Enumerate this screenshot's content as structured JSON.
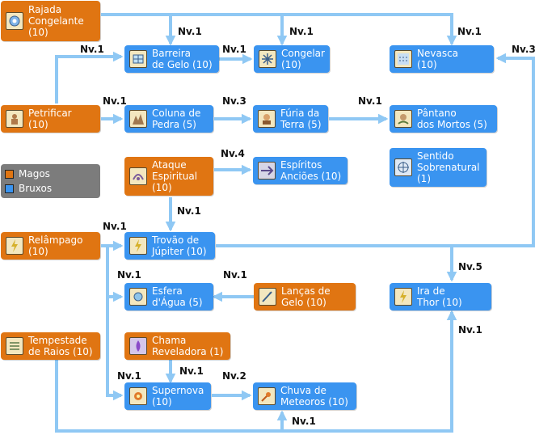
{
  "colors": {
    "magos": "#e07512",
    "bruxos": "#3a94f0",
    "link": "#8fc8f4",
    "legend_bg": "#7c7c7c"
  },
  "legend": {
    "magos": "Magos",
    "bruxos": "Bruxos"
  },
  "nodes": {
    "rajada": {
      "label": "Rajada\nCongelante\n(10)",
      "class": "magos",
      "icon": "ice-blast-icon"
    },
    "barreira": {
      "label": "Barreira\nde Gelo (10)",
      "class": "bruxos",
      "icon": "ice-wall-icon"
    },
    "congelar": {
      "label": "Congelar\n(10)",
      "class": "bruxos",
      "icon": "freeze-icon"
    },
    "nevasca": {
      "label": "Nevasca\n(10)",
      "class": "bruxos",
      "icon": "blizzard-icon"
    },
    "petrificar": {
      "label": "Petrificar\n(10)",
      "class": "magos",
      "icon": "petrify-icon"
    },
    "coluna": {
      "label": "Coluna de\nPedra (5)",
      "class": "bruxos",
      "icon": "stone-column-icon"
    },
    "furia": {
      "label": "Fúria da\nTerra (5)",
      "class": "bruxos",
      "icon": "earth-fury-icon"
    },
    "pantano": {
      "label": "Pântano\ndos Mortos (5)",
      "class": "bruxos",
      "icon": "swamp-icon"
    },
    "sentido": {
      "label": "Sentido\nSobrenatural\n(1)",
      "class": "bruxos",
      "icon": "sense-icon"
    },
    "ataque": {
      "label": "Ataque\nEspiritual\n(10)",
      "class": "magos",
      "icon": "spirit-attack-icon"
    },
    "espiritos": {
      "label": "Espíritos\nAnciões (10)",
      "class": "bruxos",
      "icon": "ancient-spirits-icon"
    },
    "relampago": {
      "label": "Relâmpago\n(10)",
      "class": "magos",
      "icon": "lightning-icon"
    },
    "trovao": {
      "label": "Trovão de\nJúpiter (10)",
      "class": "bruxos",
      "icon": "thunder-icon"
    },
    "esfera": {
      "label": "Esfera\nd'Água (5)",
      "class": "bruxos",
      "icon": "water-sphere-icon"
    },
    "lancas": {
      "label": "Lanças de\nGelo (10)",
      "class": "magos",
      "icon": "ice-spear-icon"
    },
    "ira": {
      "label": "Ira de\nThor (10)",
      "class": "bruxos",
      "icon": "thor-wrath-icon"
    },
    "tempestade": {
      "label": "Tempestade\nde Raios (10)",
      "class": "magos",
      "icon": "storm-icon"
    },
    "chama": {
      "label": "Chama\nReveladora (1)",
      "class": "magos",
      "icon": "reveal-flame-icon"
    },
    "supernova": {
      "label": "Supernova\n(10)",
      "class": "bruxos",
      "icon": "supernova-icon"
    },
    "chuva": {
      "label": "Chuva de\nMeteoros (10)",
      "class": "bruxos",
      "icon": "meteor-icon"
    }
  },
  "edge_labels": {
    "rajada_barreira": "Nv.1",
    "rajada_congelar": "Nv.1",
    "rajada_nevasca": "Nv.1",
    "petrificar_barreira": "Nv.1",
    "barreira_congelar": "Nv.1",
    "trovao_nevasca": "Nv.3",
    "petrificar_coluna": "Nv.1",
    "coluna_furia": "Nv.3",
    "furia_pantano": "Nv.1",
    "ataque_espiritos": "Nv.4",
    "ataque_trovao": "Nv.1",
    "relampago_trovao": "Nv.1",
    "relampago_esfera": "Nv.1",
    "lancas_esfera": "Nv.1",
    "trovao_ira": "Nv.5",
    "chama_supernova": "Nv.1",
    "relampago_supernova": "Nv.1",
    "supernova_chuva": "Nv.2",
    "tempestade_chuva": "Nv.1",
    "tempestade_ira": "Nv.1"
  }
}
